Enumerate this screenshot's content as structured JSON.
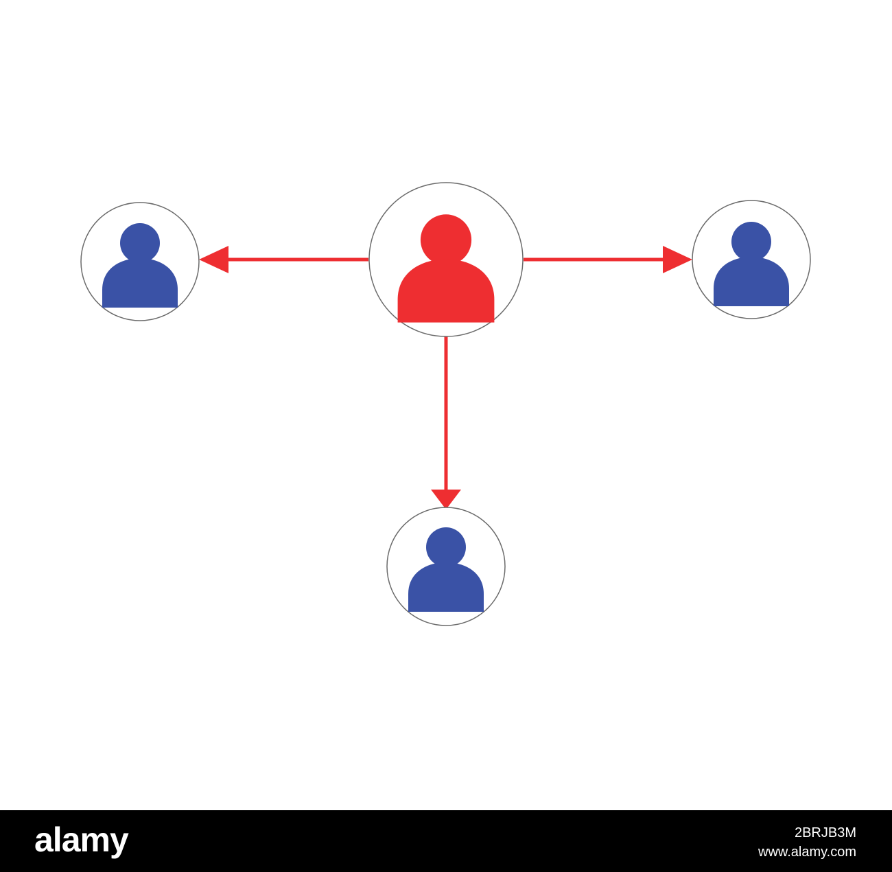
{
  "diagram": {
    "center_node": {
      "color": "#ee2e31"
    },
    "outer_nodes": [
      {
        "position": "left",
        "color": "#3a52a6"
      },
      {
        "position": "right",
        "color": "#3a52a6"
      },
      {
        "position": "bottom",
        "color": "#3a52a6"
      }
    ],
    "edges": [
      {
        "from": "center",
        "to": "left",
        "color": "#ee2e31"
      },
      {
        "from": "center",
        "to": "right",
        "color": "#ee2e31"
      },
      {
        "from": "center",
        "to": "bottom",
        "color": "#ee2e31"
      }
    ],
    "node_outline_color": "#6b6b6b",
    "icon": "person-icon"
  },
  "footer": {
    "brand": "alamy",
    "image_id": "2BRJB3M",
    "url": "www.alamy.com",
    "background": "#000000"
  }
}
